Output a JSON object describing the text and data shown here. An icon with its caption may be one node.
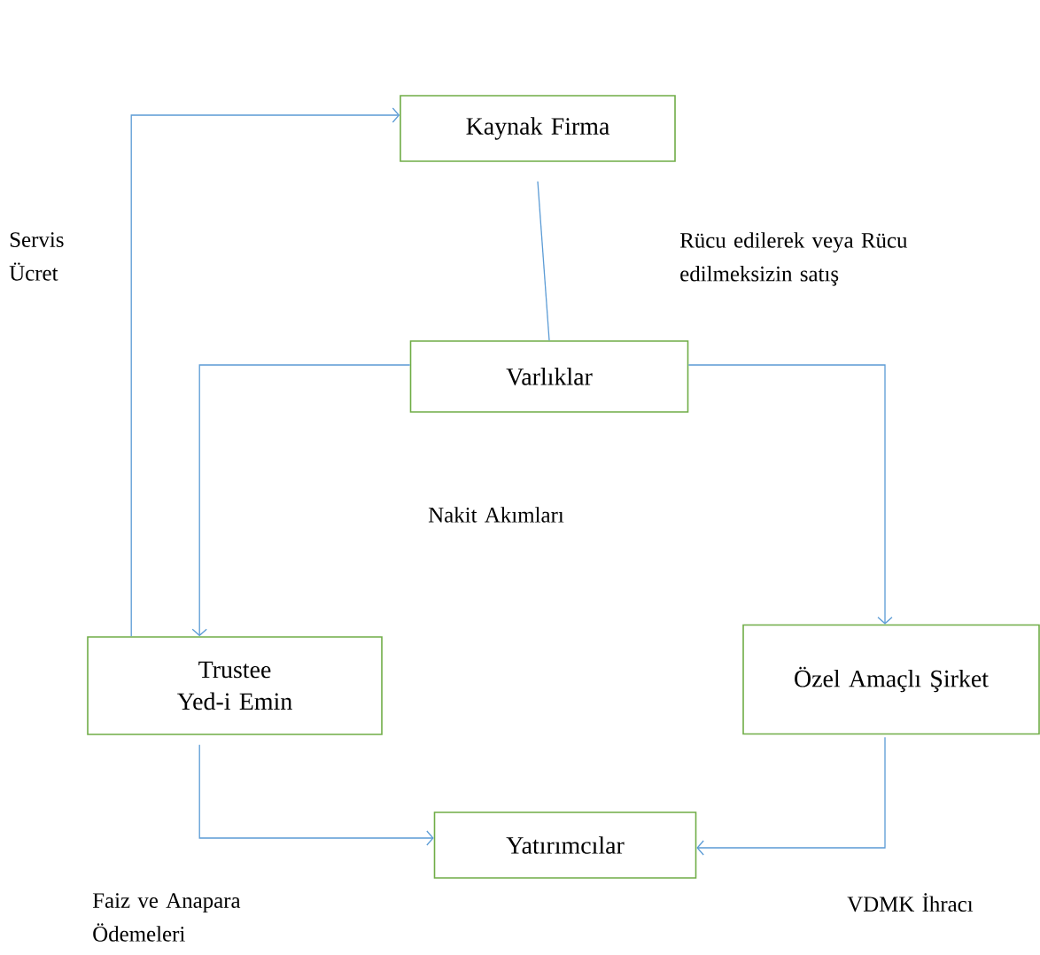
{
  "diagram": {
    "nodes": [
      {
        "text": [
          "Kaynak Firma"
        ]
      },
      {
        "text": [
          "Varlıklar"
        ]
      },
      {
        "text": [
          "Trustee Yed-i Emin"
        ]
      },
      {
        "text": [
          "Özel Amaçlı Şirket"
        ]
      },
      {
        "text": [
          "Yatırımcılar"
        ]
      }
    ],
    "edges": [
      {
        "from": 0,
        "to": 1,
        "arrow": "none"
      },
      {
        "from": 1,
        "to": 2,
        "arrow": "to"
      },
      {
        "from": 1,
        "to": 3,
        "arrow": "to"
      },
      {
        "from": 2,
        "to": 0,
        "arrow": "to"
      },
      {
        "from": 2,
        "to": 4,
        "arrow": "to"
      },
      {
        "from": 3,
        "to": 4,
        "arrow": "to"
      }
    ],
    "labels": [
      "Servis Ücret",
      "Rücu edilerek veya Rücu edilmeksizin satış",
      "Nakit Akımları",
      "Faiz ve Anapara Ödemeleri",
      "VDMK İhracı"
    ]
  }
}
